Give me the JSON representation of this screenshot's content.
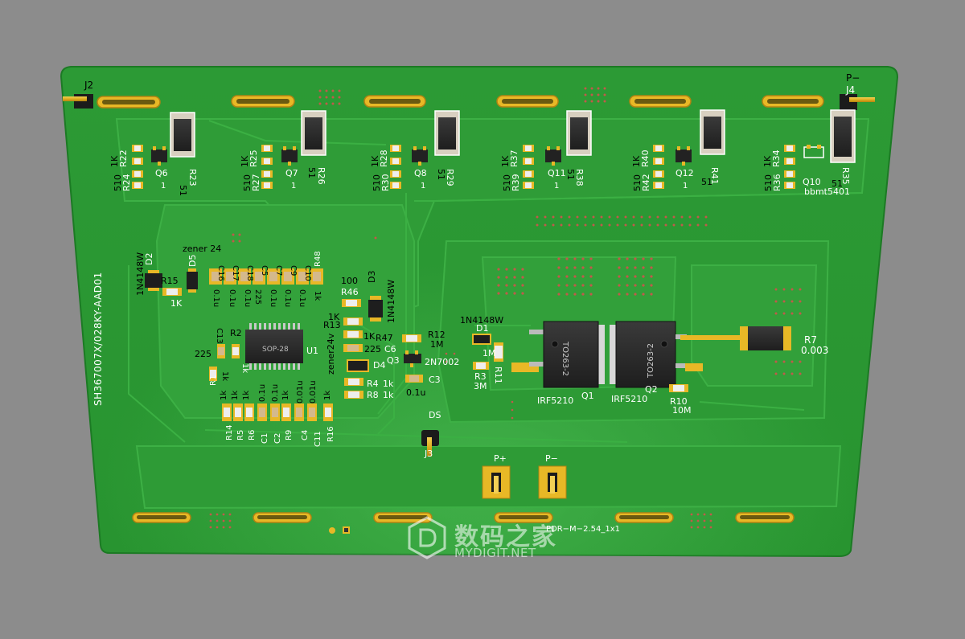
{
  "board": {
    "text": {
      "part_number": "SH367007X/028KY-AAD01",
      "j2": "J2",
      "j4": "J4",
      "p_minus_top": "P−",
      "zener_24": "zener 24",
      "d5": "D5",
      "d2": "D2",
      "d3": "D3",
      "d4": "D4",
      "diode_1n4148w": "1N4148W",
      "r15": "R15",
      "one_k": "1K",
      "one_k_lower": "1k",
      "u1": "U1",
      "sop28": "SOP-28",
      "c13": "C13",
      "r2": "R2",
      "r1": "R1",
      "cap_225": "225",
      "r46": "R46",
      "val_100": "100",
      "r13": "R13",
      "r47": "R47",
      "c6": "C6",
      "zener24v": "zener24v",
      "q3": "Q3",
      "r4": "R4",
      "r8": "R8",
      "r12": "R12",
      "val_1m": "1M",
      "val_1M": "1M",
      "n7002": "2N7002",
      "c3": "C3",
      "val_01u": "0.1u",
      "val_001u": "0.01u",
      "d1": "D1",
      "r3": "R3",
      "val_3m": "3M",
      "r11": "R11",
      "q1": "Q1",
      "q2": "Q2",
      "irf5210": "IRF5210",
      "to263": "TO263-2",
      "r7": "R7",
      "val_0003": "0.003",
      "r10": "R10",
      "val_10m": "10M",
      "ds": "DS",
      "j3": "J3",
      "p_plus": "P+",
      "p_minus": "P−",
      "connector": "PDR−M−2.54_1x1",
      "val_510": "510",
      "val_51": "51",
      "val_1": "1",
      "bbmt": "bbmt5401",
      "r48": "R48",
      "r14": "R14",
      "r5": "R5",
      "r6": "R6",
      "r9": "R9",
      "r16": "R16",
      "c1": "C1",
      "c2": "C2",
      "c4": "C4",
      "c11": "C11",
      "c5": "C5",
      "c7": "C7",
      "c9": "C9",
      "c10": "C10",
      "c16": "C16",
      "c17": "C17",
      "c18": "C18",
      "r22": "R22",
      "r24": "R24",
      "r23": "R23",
      "q6": "Q6",
      "r25": "R25",
      "r27": "R27",
      "r26": "R26",
      "q7": "Q7",
      "r28": "R28",
      "r30": "R30",
      "r29": "R29",
      "q8": "Q8",
      "r37": "R37",
      "r39": "R39",
      "r38": "R38",
      "q11": "Q11",
      "r40": "R40",
      "r42": "R42",
      "r41": "R41",
      "q12": "Q12",
      "r34": "R34",
      "r36": "R36",
      "r35": "R35",
      "q10": "Q10"
    },
    "colors": {
      "background": "#8c8c8c",
      "board": "#2f9a37",
      "board_edge": "#1c7a24",
      "copper_area": "#34a33c",
      "pad_gold": "#e9b825",
      "component_black": "#2a2a2a",
      "silkscreen": "#ffffff"
    }
  },
  "watermark": {
    "cn": "数码之家",
    "en": "MYDIGIT.NET"
  }
}
